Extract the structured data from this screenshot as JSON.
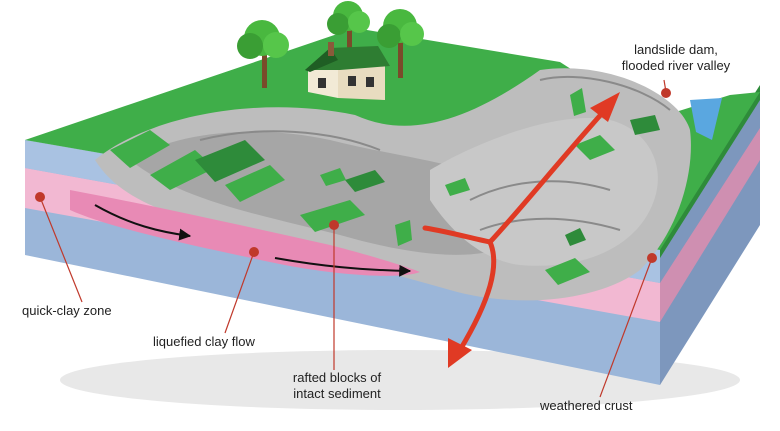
{
  "labels": {
    "landslide_dam": "landslide dam,\nflooded river valley",
    "quick_clay_zone": "quick-clay zone",
    "liquefied_clay_flow": "liquefied clay flow",
    "rafted_blocks": "rafted blocks of\nintact sediment",
    "weathered_crust": "weathered crust"
  },
  "colors": {
    "grass": "#3fae49",
    "grass_dark": "#2e8b3a",
    "crust_blue": "#9bb6d9",
    "clay_pink": "#e88ab5",
    "pink_light": "#f2b8d2",
    "debris_gray": "#bdbdbd",
    "debris_dark": "#8a8a8a",
    "arrow_red": "#e03a24",
    "leader_red": "#c0392b",
    "water": "#5aa7e0"
  },
  "icons": [
    "house-icon",
    "tree-icon"
  ]
}
